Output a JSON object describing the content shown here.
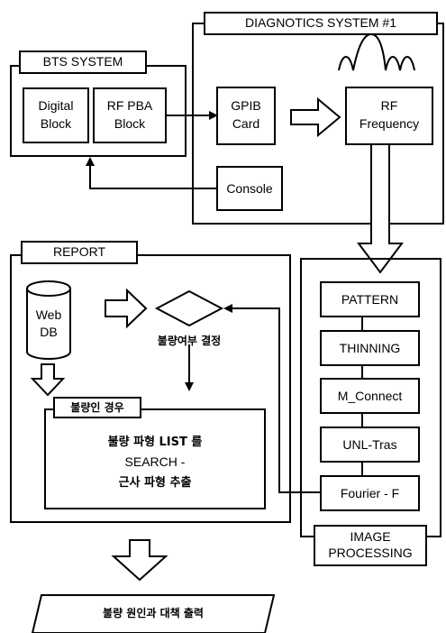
{
  "diagnostics": {
    "title": "DIAGNOTICS SYSTEM #1"
  },
  "bts": {
    "title": "BTS SYSTEM",
    "digital_block": [
      "Digital",
      "Block"
    ],
    "rf_pba_block": [
      "RF PBA",
      "Block"
    ]
  },
  "gpib_card": [
    "GPIB",
    "Card"
  ],
  "rf_frequency": [
    "RF",
    "Frequency"
  ],
  "console": "Console",
  "report": {
    "title": "REPORT",
    "web_db": [
      "Web",
      "DB"
    ],
    "decision": "불량여부 결정",
    "defect_case_title": "불량인 경우",
    "defect_case_text": [
      "불량 파형 LIST 를",
      "SEARCH -",
      "근사 파형 추출"
    ]
  },
  "image_processing": {
    "title": [
      "IMAGE",
      "PROCESSING"
    ],
    "steps": [
      "PATTERN",
      "THINNING",
      "M_Connect",
      "UNL-Tras",
      "Fourier - F"
    ]
  },
  "output": "불량 원인과 대책 출력"
}
